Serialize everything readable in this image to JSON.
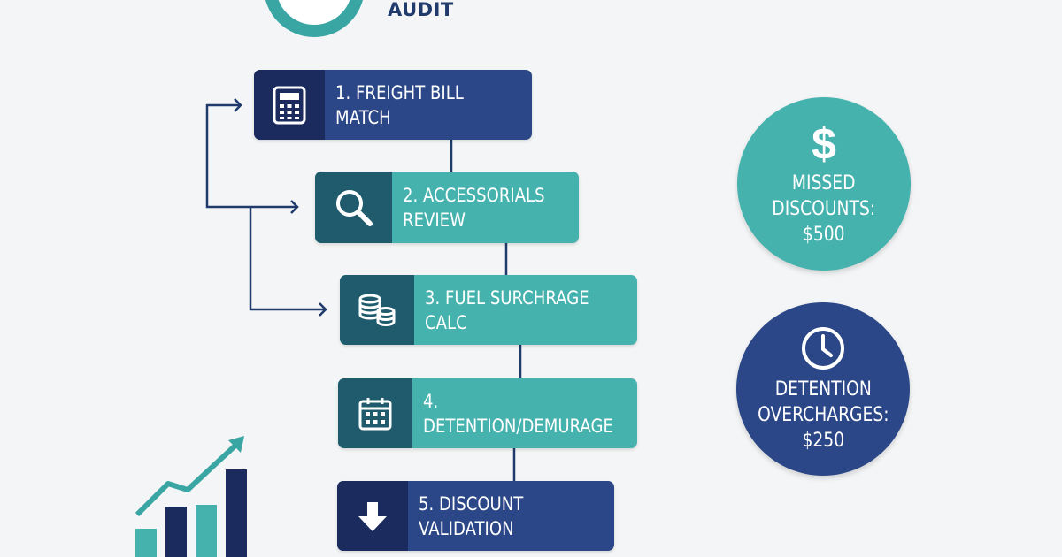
{
  "header": {
    "title": "AUDIT"
  },
  "steps": [
    {
      "label": "1. FREIGHT BILL MATCH",
      "icon": "calculator-icon"
    },
    {
      "label": "2. ACCESSORIALS\nREVIEW",
      "icon": "magnifier-icon"
    },
    {
      "label": "3. FUEL SURCHRAGE CALC",
      "icon": "coins-icon"
    },
    {
      "label": "4. DETENTION/DEMURAGE",
      "icon": "calendar-icon"
    },
    {
      "label": "5. DISCOUNT VALIDATION",
      "icon": "down-arrow-icon"
    }
  ],
  "savings": [
    {
      "symbol": "$",
      "text": "MISSED\nDISCOUNTS:\n$500",
      "icon": "dollar-icon"
    },
    {
      "text": "DETENTION\nOVERCHARGES:\n$250",
      "icon": "clock-icon"
    }
  ],
  "colors": {
    "navy": "#2b4788",
    "navy_dark": "#1b2b5e",
    "teal": "#46b2ae",
    "teal_dark": "#1f5b6c",
    "background": "#f4f5f6"
  },
  "decor": {
    "growth_chart_icon": "bar-chart-growth-icon"
  }
}
